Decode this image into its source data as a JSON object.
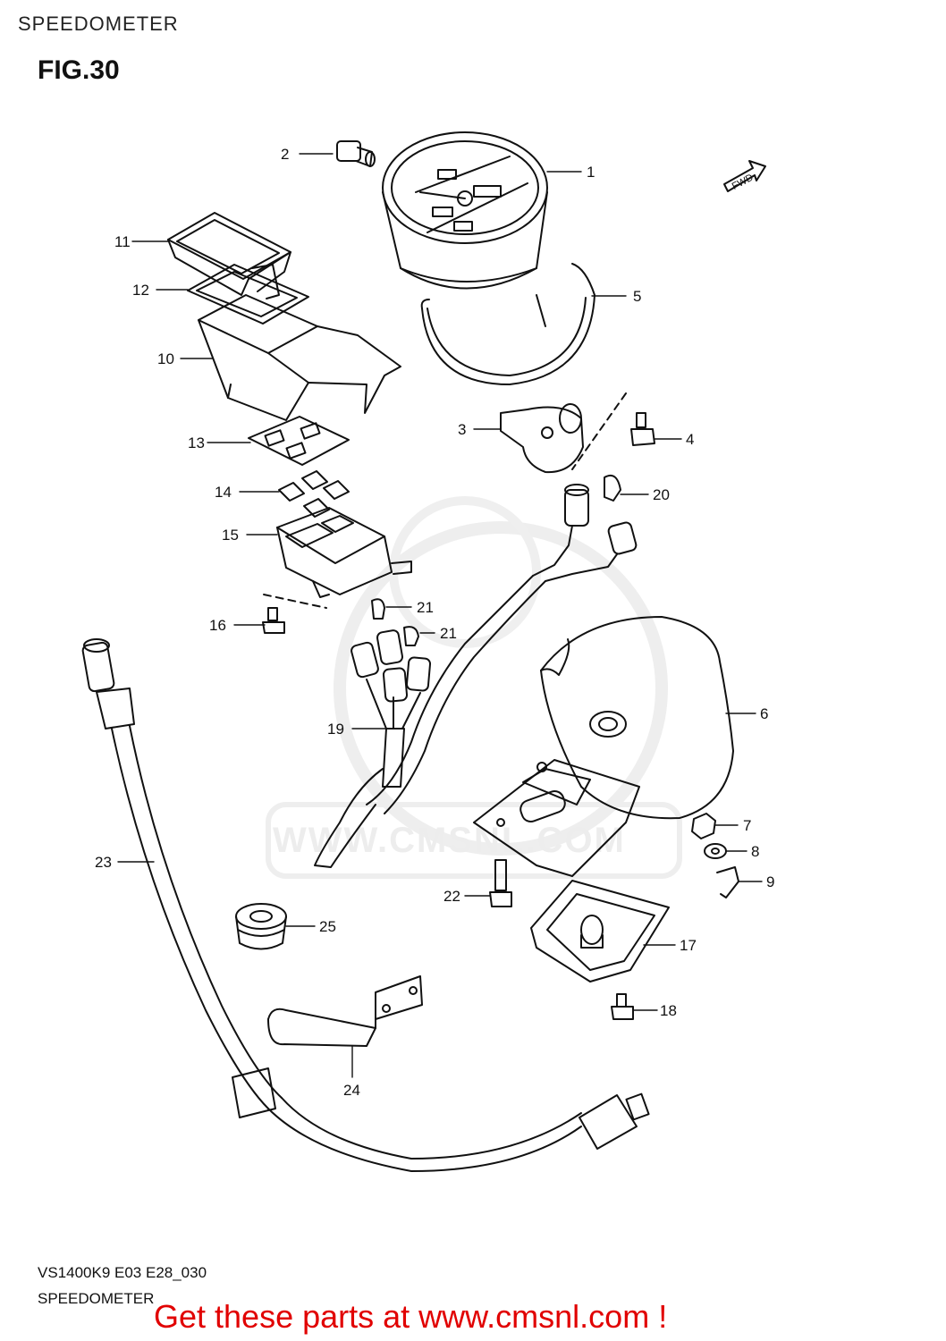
{
  "header": {
    "title": "SPEEDOMETER"
  },
  "figure": {
    "label": "FIG.30",
    "fwd_label": "FWD"
  },
  "watermark": {
    "text": "WWW.CMSNL.COM"
  },
  "footer": {
    "model_code": "VS1400K9 E03 E28_030",
    "section_name": "SPEEDOMETER"
  },
  "cta": {
    "text": "Get these parts at www.cmsnl.com !",
    "color": "#e10000"
  },
  "callouts": [
    {
      "id": "1",
      "label": "1"
    },
    {
      "id": "2",
      "label": "2"
    },
    {
      "id": "3",
      "label": "3"
    },
    {
      "id": "4",
      "label": "4"
    },
    {
      "id": "5",
      "label": "5"
    },
    {
      "id": "6",
      "label": "6"
    },
    {
      "id": "7",
      "label": "7"
    },
    {
      "id": "8",
      "label": "8"
    },
    {
      "id": "9",
      "label": "9"
    },
    {
      "id": "10",
      "label": "10"
    },
    {
      "id": "11",
      "label": "11"
    },
    {
      "id": "12",
      "label": "12"
    },
    {
      "id": "13",
      "label": "13"
    },
    {
      "id": "14",
      "label": "14"
    },
    {
      "id": "15",
      "label": "15"
    },
    {
      "id": "16",
      "label": "16"
    },
    {
      "id": "17",
      "label": "17"
    },
    {
      "id": "18",
      "label": "18"
    },
    {
      "id": "19",
      "label": "19"
    },
    {
      "id": "20",
      "label": "20"
    },
    {
      "id": "21a",
      "label": "21"
    },
    {
      "id": "21b",
      "label": "21"
    },
    {
      "id": "22",
      "label": "22"
    },
    {
      "id": "23",
      "label": "23"
    },
    {
      "id": "24",
      "label": "24"
    },
    {
      "id": "25",
      "label": "25"
    }
  ]
}
